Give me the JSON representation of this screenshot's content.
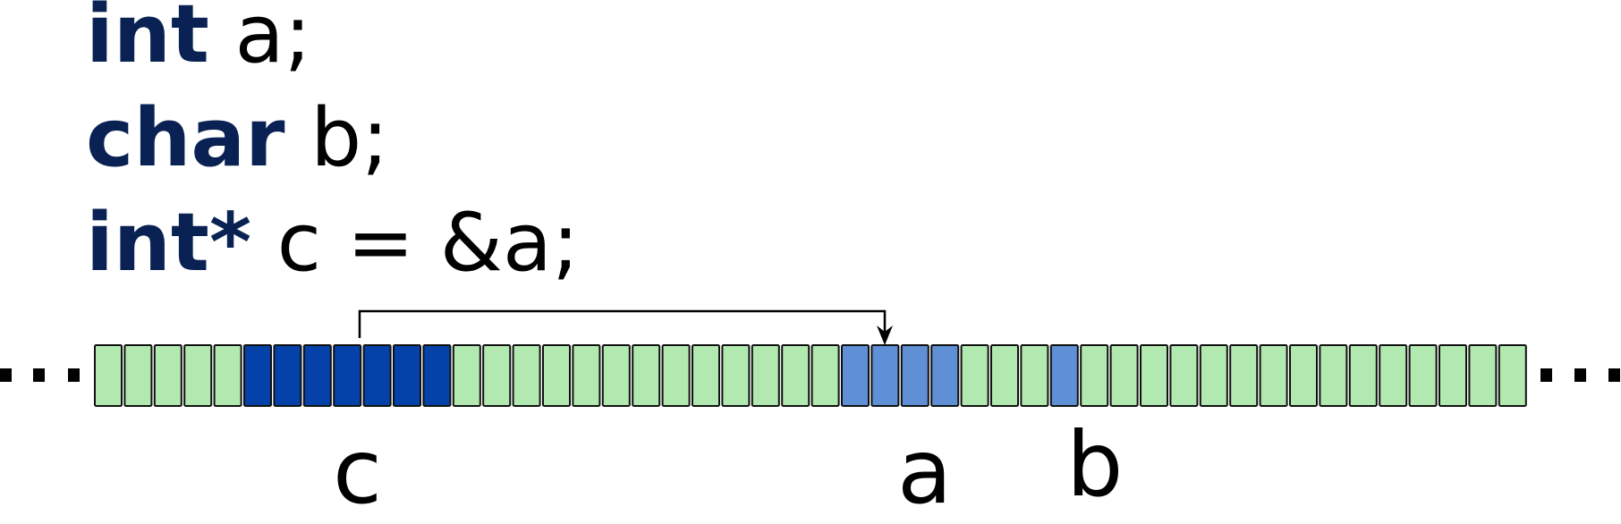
{
  "code": {
    "line1": {
      "keyword": "int",
      "rest": " a;"
    },
    "line2": {
      "keyword": "char",
      "rest": " b;"
    },
    "line3": {
      "keyword": "int*",
      "rest": " c = &a;"
    }
  },
  "memory": {
    "ellipsis_left": "· · ·",
    "ellipsis_right": "· · ·",
    "cell_count": 48,
    "cell_types": [
      "free",
      "free",
      "free",
      "free",
      "free",
      "c",
      "c",
      "c",
      "c",
      "c",
      "c",
      "c",
      "free",
      "free",
      "free",
      "free",
      "free",
      "free",
      "free",
      "free",
      "free",
      "free",
      "free",
      "free",
      "free",
      "a",
      "a",
      "a",
      "a",
      "free",
      "free",
      "free",
      "b",
      "free",
      "free",
      "free",
      "free",
      "free",
      "free",
      "free",
      "free",
      "free",
      "free",
      "free",
      "free",
      "free",
      "free",
      "free"
    ]
  },
  "labels": {
    "c": "c",
    "a": "a",
    "b": "b"
  },
  "colors": {
    "free": "#b2e9b0",
    "c": "#0441a8",
    "a_b": "#5f8fd4",
    "keyword": "#0a2253",
    "border": "#111111"
  }
}
